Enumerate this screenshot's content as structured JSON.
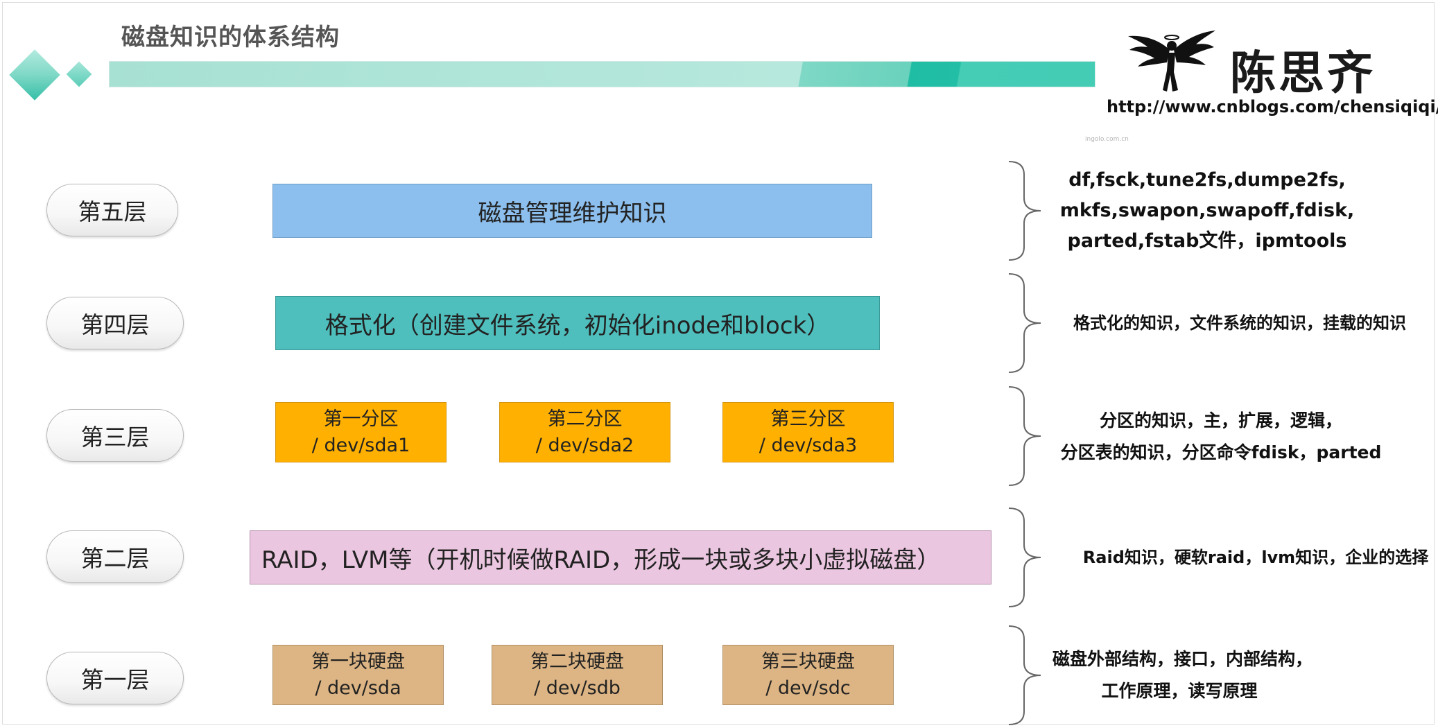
{
  "header": {
    "title": "磁盘知识的体系结构",
    "brand_name": "陈思齐",
    "brand_url": "http://www.cnblogs.com/chensiqiqi/",
    "watermark": "ingolo.com.cn"
  },
  "layers": [
    {
      "label": "第五层",
      "boxes": [
        {
          "text": "磁盘管理维护知识"
        }
      ],
      "notes": [
        "df,fsck,tune2fs,dumpe2fs,",
        "mkfs,swapon,swapoff,fdisk,",
        "parted,fstab文件，ipmtools"
      ]
    },
    {
      "label": "第四层",
      "boxes": [
        {
          "text": "格式化（创建文件系统，初始化inode和block）"
        }
      ],
      "notes": [
        "格式化的知识，文件系统的知识，挂载的知识"
      ]
    },
    {
      "label": "第三层",
      "boxes": [
        {
          "line1": "第一分区",
          "line2": "/ dev/sda1"
        },
        {
          "line1": "第二分区",
          "line2": "/ dev/sda2"
        },
        {
          "line1": "第三分区",
          "line2": "/ dev/sda3"
        }
      ],
      "notes": [
        "分区的知识，主，扩展，逻辑，",
        "分区表的知识，分区命令fdisk，parted"
      ]
    },
    {
      "label": "第二层",
      "boxes": [
        {
          "text": "RAID，LVM等（开机时候做RAID，形成一块或多块小虚拟磁盘）"
        }
      ],
      "notes": [
        "Raid知识，硬软raid，lvm知识，企业的选择"
      ]
    },
    {
      "label": "第一层",
      "boxes": [
        {
          "line1": "第一块硬盘",
          "line2": "/ dev/sda"
        },
        {
          "line1": "第二块硬盘",
          "line2": "/ dev/sdb"
        },
        {
          "line1": "第三块硬盘",
          "line2": "/ dev/sdc"
        }
      ],
      "notes": [
        "磁盘外部结构，接口，内部结构，",
        "工作原理，读写原理"
      ]
    }
  ],
  "colors": {
    "layer5": "#8cbfed",
    "layer4": "#4fbfbd",
    "layer3": "#ffb000",
    "layer2": "#ebc6e0",
    "layer1": "#ddb584",
    "accent": "#36bfa8"
  }
}
